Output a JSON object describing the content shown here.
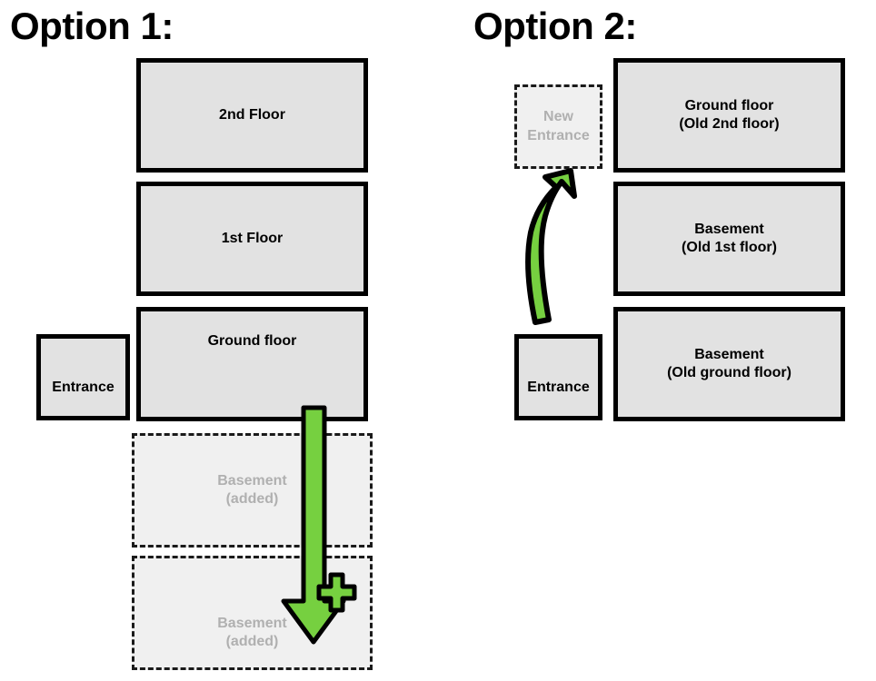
{
  "page": {
    "background": "#ffffff",
    "box_fill": "#e2e2e2",
    "dashed_fill": "#f0f0f0",
    "dashed_text_color": "#b0b0b0",
    "arrow_green": "#76d040",
    "outline_black": "#000000"
  },
  "option1": {
    "title": "Option 1:",
    "entrance": {
      "label": "Entrance"
    },
    "floors": [
      {
        "name": "floor-2nd",
        "label": "2nd Floor",
        "style": "solid"
      },
      {
        "name": "floor-1st",
        "label": "1st Floor",
        "style": "solid"
      },
      {
        "name": "floor-ground",
        "label": "Ground floor",
        "style": "solid"
      },
      {
        "name": "basement-added-1",
        "label": "Basement\n(added)",
        "line1": "Basement",
        "line2": "(added)",
        "style": "dashed"
      },
      {
        "name": "basement-added-2",
        "label": "Basement\n(added)",
        "line1": "Basement",
        "line2": "(added)",
        "style": "dashed"
      }
    ],
    "arrow": {
      "name": "down-arrow",
      "direction": "down",
      "color": "#76d040"
    },
    "plus": {
      "name": "plus-icon",
      "symbol": "+",
      "color": "#76d040"
    }
  },
  "option2": {
    "title": "Option 2:",
    "new_entrance": {
      "line1": "New",
      "line2": "Entrance"
    },
    "entrance": {
      "label": "Entrance"
    },
    "floors": [
      {
        "name": "ground-old-2nd",
        "line1": "Ground floor",
        "line2": "(Old 2nd floor)",
        "style": "solid"
      },
      {
        "name": "basement-old-1st",
        "line1": "Basement",
        "line2": "(Old 1st floor)",
        "style": "solid"
      },
      {
        "name": "basement-old-ground",
        "line1": "Basement",
        "line2": "(Old ground floor)",
        "style": "solid"
      }
    ],
    "arrow": {
      "name": "up-arrow",
      "direction": "up",
      "color": "#76d040"
    }
  }
}
